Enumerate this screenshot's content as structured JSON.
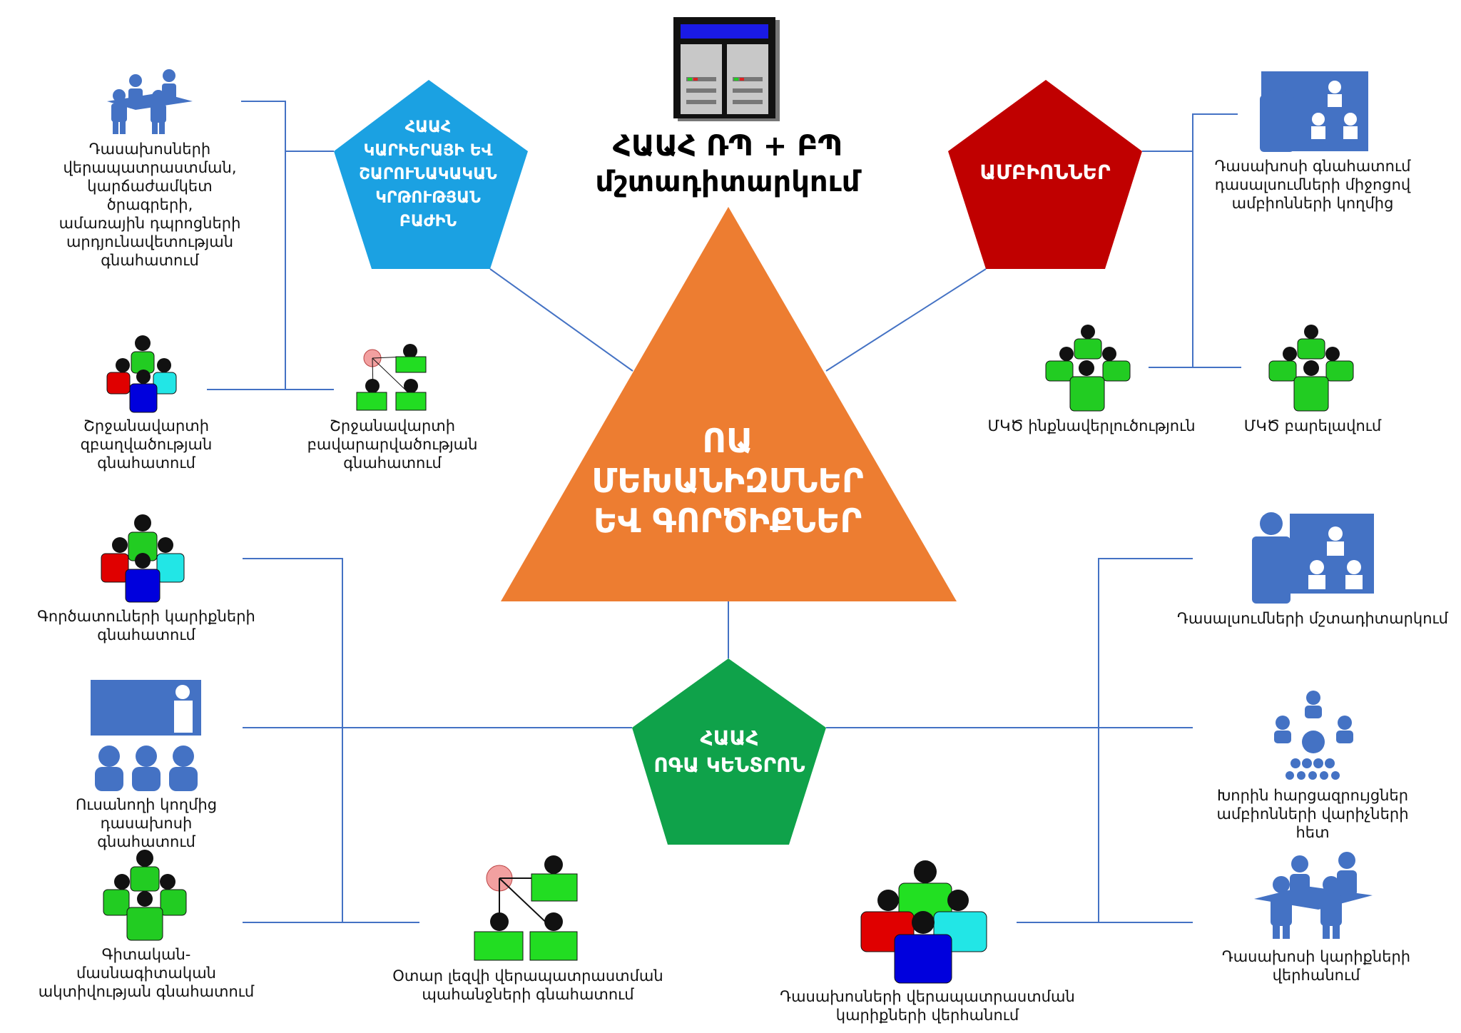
{
  "center": {
    "lines": [
      "ՈԱ",
      "ՄԵԽԱՆԻԶՄՆԵՐ",
      "ԵՎ ԳՈՐԾԻՔՆԵՐ"
    ]
  },
  "top_server": {
    "lines": [
      "ՀԱԱՀ ՌՊ + ԲՊ",
      "մշտադիտարկում"
    ]
  },
  "career_dept": {
    "lines": [
      "ՀԱԱՀ",
      "ԿԱՐԻԵՐԱՅԻ ԵՎ",
      "ՇԱՐՈՒՆԱԿԱԿԱՆ",
      "ԿՐԹՈՒԹՅԱՆ",
      "ԲԱԺԻՆ"
    ]
  },
  "chairs": {
    "lines": [
      "ԱՄԲԻՈՆՆԵՐ"
    ]
  },
  "qa_center": {
    "lines": [
      "ՀԱԱՀ",
      "ՈԳԱ ԿԵՆՏՐՈՆ"
    ]
  },
  "labels": {
    "teacher_retraining_eval": [
      "Դասախոսների",
      "վերապատրաստման,",
      "կարճաժամկետ ծրագրերի,",
      "ամառային դպրոցների",
      "արդյունավետության",
      "գնահատում"
    ],
    "graduate_employment": [
      "Շրջանավարտի",
      "զբաղվածության",
      "գնահատում"
    ],
    "graduate_satisfaction": [
      "Շրջանավարտի",
      "բավարարվածության",
      "գնահատում"
    ],
    "chair_teacher_eval": [
      "Դասախոսի գնահատում",
      "դասալսումների միջոցով",
      "ամբիոնների կողմից"
    ],
    "mkd_self": [
      "ՄԿԾ ինքնավերլուծություն"
    ],
    "mkd_improve": [
      "ՄԿԾ բարելավում"
    ],
    "employer_needs": [
      "Գործատուների կարիքների",
      "գնահատում"
    ],
    "lesson_monitoring": [
      "Դասալսումների մշտադիտարկում"
    ],
    "student_teacher_eval": [
      "Ուսանողի կողմից դասախոսի",
      "գնահատում"
    ],
    "focus_groups": [
      "Խորին հարցազրույցներ",
      "ամբիոնների վարիչների",
      "հետ"
    ],
    "scientific_activity": [
      "Գիտական-",
      "մասնագիտական",
      "ակտիվության գնահատում"
    ],
    "foreign_language": [
      "Օտար լեզվի վերապատրաստման",
      "պահանջների գնահատում"
    ],
    "retraining_needs": [
      "Դասախոսների վերապատրաստման",
      "կարիքների վերհանում"
    ],
    "teacher_needs": [
      "Դասախոսի կարիքների վերհանում"
    ]
  },
  "colors": {
    "orange": "#ED7D31",
    "blue_pentagon": "#1BA1E2",
    "red_pentagon": "#C00000",
    "green_pentagon": "#0FA24A",
    "line": "#4472C4",
    "icon_blue": "#4472C4"
  }
}
